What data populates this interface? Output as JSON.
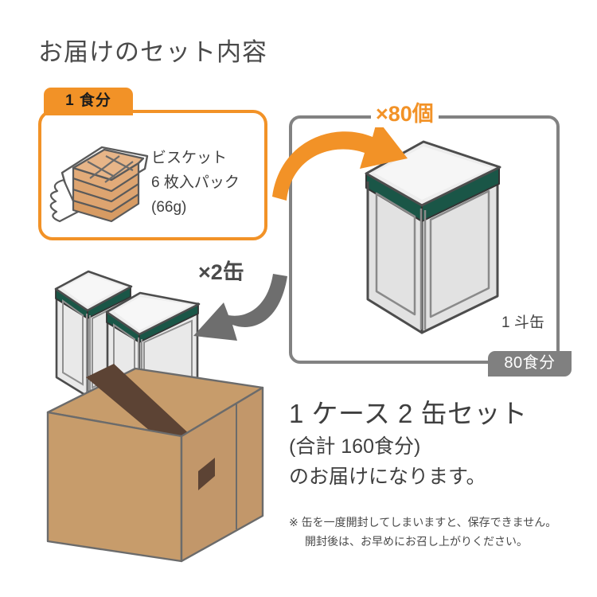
{
  "page": {
    "title": "お届けのセット内容",
    "background_color": "#ffffff"
  },
  "colors": {
    "orange": "#F29227",
    "gray_border": "#828282",
    "gray_badge": "#808080",
    "gray_arrow": "#6E6E6E",
    "text_dark": "#3F3F3F",
    "can_green": "#1A5647",
    "can_body": "#E2E2E2",
    "cardboard": "#C79C6B",
    "cardboard_tape": "#5C4334",
    "biscuit": "#DDA470"
  },
  "serving_panel": {
    "tab_label": "1 食分",
    "item_lines": [
      "ビスケット",
      "6 枚入パック",
      "(66g)"
    ],
    "icon": "biscuit-stack-icon"
  },
  "can_panel": {
    "multiplier_label": "×80個",
    "can_caption": "1 斗缶",
    "servings_badge": "80食分",
    "icon": "large-can-icon"
  },
  "case_section": {
    "multiplier_label": "×2缶",
    "icon": "cardboard-box-icon"
  },
  "summary": {
    "main": "1 ケース 2 缶セット",
    "sub1": "(合計 160食分)",
    "sub2": "のお届けになります。"
  },
  "note": {
    "line1": "※ 缶を一度開封してしまいますと、保存できません。",
    "line2": "開封後は、お早めにお召し上がりください。"
  }
}
